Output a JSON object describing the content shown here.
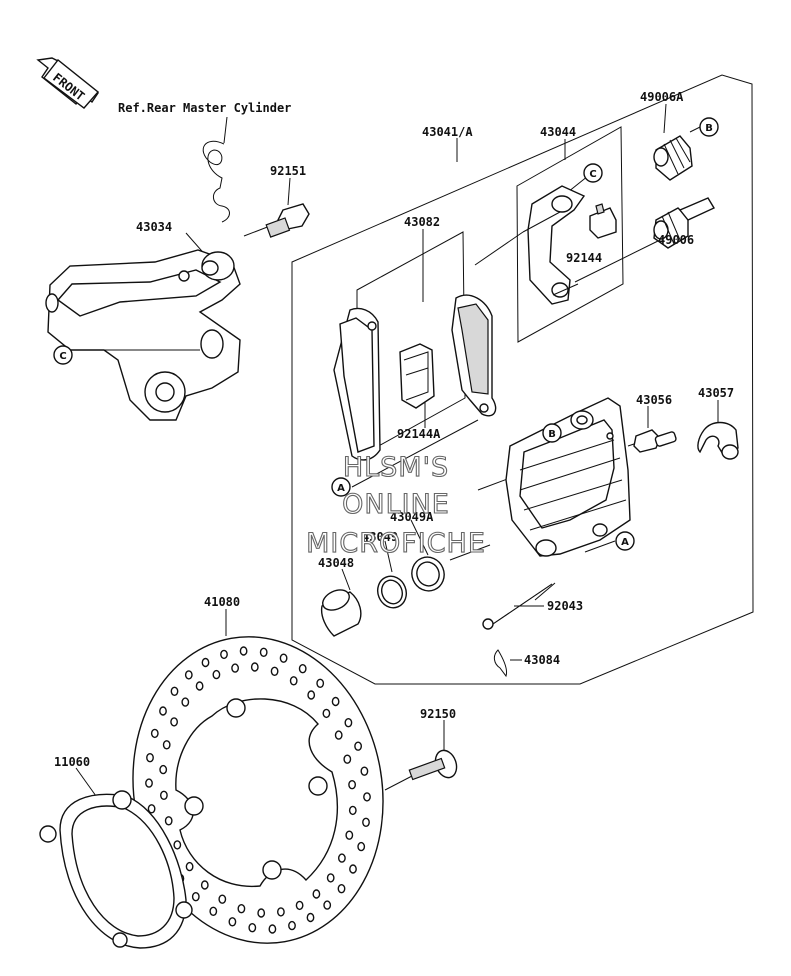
{
  "front_arrow": {
    "label": "FRONT"
  },
  "reference_note": "Ref.Rear Master Cylinder",
  "part_labels": [
    {
      "id": "43041",
      "text": "43041/A"
    },
    {
      "id": "43044",
      "text": "43044"
    },
    {
      "id": "49006A",
      "text": "49006A"
    },
    {
      "id": "92151",
      "text": "92151"
    },
    {
      "id": "43034",
      "text": "43034"
    },
    {
      "id": "43082",
      "text": "43082"
    },
    {
      "id": "92144",
      "text": "92144"
    },
    {
      "id": "49006",
      "text": "49006"
    },
    {
      "id": "43056",
      "text": "43056"
    },
    {
      "id": "43057",
      "text": "43057"
    },
    {
      "id": "92144A",
      "text": "92144A"
    },
    {
      "id": "43049A",
      "text": "43049A"
    },
    {
      "id": "43049",
      "text": "43049"
    },
    {
      "id": "43048",
      "text": "43048"
    },
    {
      "id": "92043",
      "text": "92043"
    },
    {
      "id": "43084",
      "text": "43084"
    },
    {
      "id": "41080",
      "text": "41080"
    },
    {
      "id": "92150",
      "text": "92150"
    },
    {
      "id": "11060",
      "text": "11060"
    }
  ],
  "callouts": [
    {
      "id": "B1",
      "text": "B"
    },
    {
      "id": "C1",
      "text": "C"
    },
    {
      "id": "C2",
      "text": "C"
    },
    {
      "id": "B2",
      "text": "B"
    },
    {
      "id": "A1",
      "text": "A"
    },
    {
      "id": "A2",
      "text": "A"
    }
  ],
  "watermark": [
    "HLSM'S",
    "ONLINE",
    "MICROFICHE"
  ]
}
